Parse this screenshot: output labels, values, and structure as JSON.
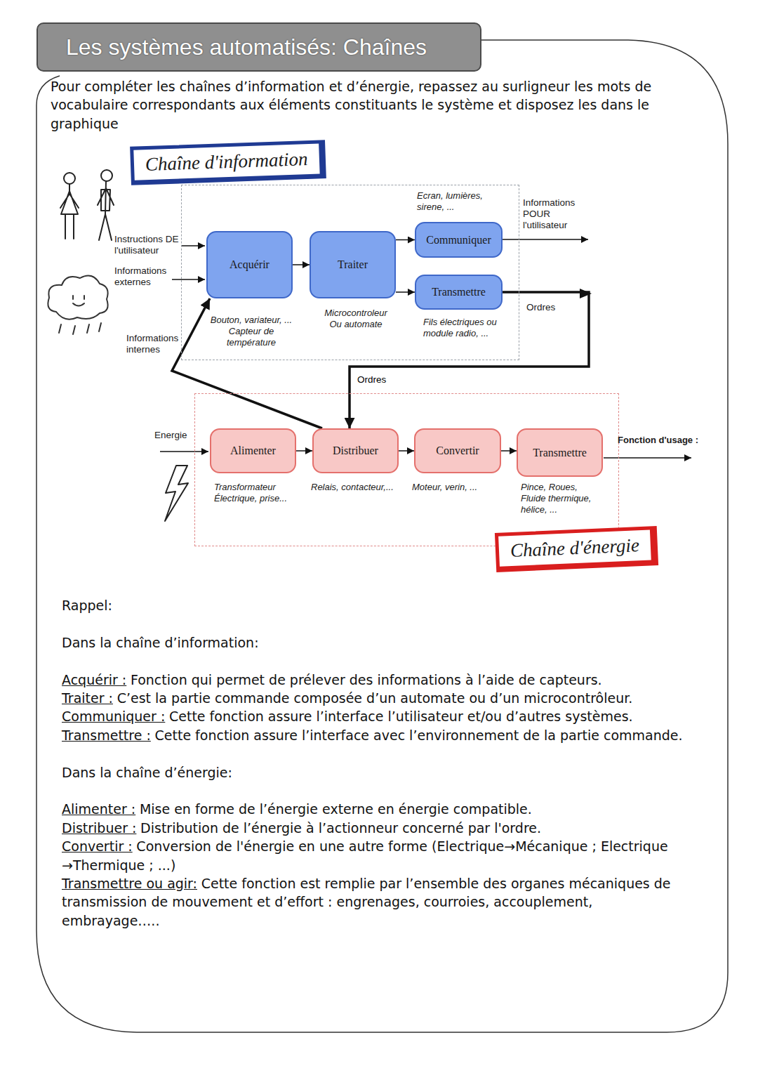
{
  "diagram": {
    "title": "Les systèmes automatisés: Chaînes",
    "nodes": [
      {
        "text": [
          "Chaîne d'information"
        ]
      },
      {
        "text": [
          "Acquérir"
        ],
        "in": 0
      },
      {
        "text": [
          "Traiter"
        ],
        "in": 0
      },
      {
        "text": [
          "Communiquer"
        ],
        "in": 0
      },
      {
        "text": [
          "Transmettre"
        ],
        "in": 0
      },
      {
        "text": [
          "Chaîne d'énergie"
        ]
      },
      {
        "text": [
          "Alimenter"
        ],
        "in": 5
      },
      {
        "text": [
          "Distribuer"
        ],
        "in": 5
      },
      {
        "text": [
          "Convertir"
        ],
        "in": 5
      },
      {
        "text": [
          "Transmettre"
        ],
        "in": 5
      }
    ],
    "edges": [
      {
        "from": 1,
        "to": 2,
        "arrow": "to"
      },
      {
        "from": 2,
        "to": 3,
        "arrow": "to"
      },
      {
        "from": 2,
        "to": 4,
        "arrow": "to"
      },
      {
        "from": 4,
        "to": 7,
        "label": "Ordres",
        "arrow": "to"
      },
      {
        "from": 7,
        "to": 1,
        "arrow": "to"
      },
      {
        "from": 6,
        "to": 7,
        "arrow": "to"
      },
      {
        "from": 7,
        "to": 8,
        "arrow": "to"
      },
      {
        "from": 8,
        "to": 9,
        "arrow": "to"
      }
    ],
    "labels": [
      "Pour compléter les chaînes d’information et d’énergie, repassez au surligneur les mots de vocabulaire correspondants aux éléments constituants le système et disposez les dans le graphique",
      "Instructions DE l'utilisateur",
      "Informations externes",
      "Informations internes",
      "Bouton, variateur, ... Capteur de température",
      "Microcontroleur Ou automate",
      "Ecran, lumières, sirene, ...",
      "Fils électriques ou module radio, ...",
      "Informations POUR l'utilisateur",
      "Ordres",
      "Energie",
      "Transformateur Électrique, prise...",
      "Relais, contacteur,...",
      "Moteur, verin, ...",
      "Pince, Roues, Fluide thermique, hélice, ...",
      "Fonction d'usage :",
      "Rappel:",
      "Dans la chaîne d’information:",
      "Acquérir :",
      "Fonction qui permet de prélever des informations à l’aide de capteurs.",
      "Traiter :",
      "C’est la partie commande composée d’un automate ou d’un microcontrôleur.",
      "Communiquer :",
      "Cette fonction assure l’interface l’utilisateur et/ou d’autres systèmes.",
      "Transmettre :",
      "Cette fonction assure l’interface avec l’environnement de la partie commande.",
      "Dans la chaîne d’énergie:",
      "Alimenter :",
      "Mise en forme de l’énergie externe en énergie compatible.",
      "Distribuer :",
      "Distribution de l’énergie à l’actionneur concerné par l'ordre.",
      "Convertir :",
      "Conversion de l'énergie en une autre forme (Electrique→Mécanique ; Electrique →Thermique ; ...)",
      "Transmettre ou agir:",
      "Cette fonction est remplie par l’ensemble des organes mécaniques de transmission de mouvement et d’effort : engrenages, courroies, accouplement, embrayage….."
    ]
  }
}
